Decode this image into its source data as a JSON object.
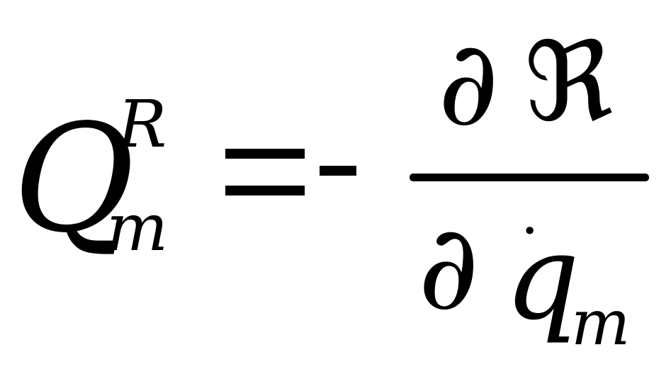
{
  "equation": {
    "lhs_symbol": "Q",
    "lhs_superscript": "R",
    "lhs_subscript": "m",
    "equals_sign": "=",
    "minus_sign": "-",
    "numerator_partial": "∂",
    "numerator_symbol": "ℜ",
    "denominator_partial": "∂",
    "denominator_symbol": "q",
    "denominator_dot": "·",
    "denominator_subscript": "m"
  }
}
